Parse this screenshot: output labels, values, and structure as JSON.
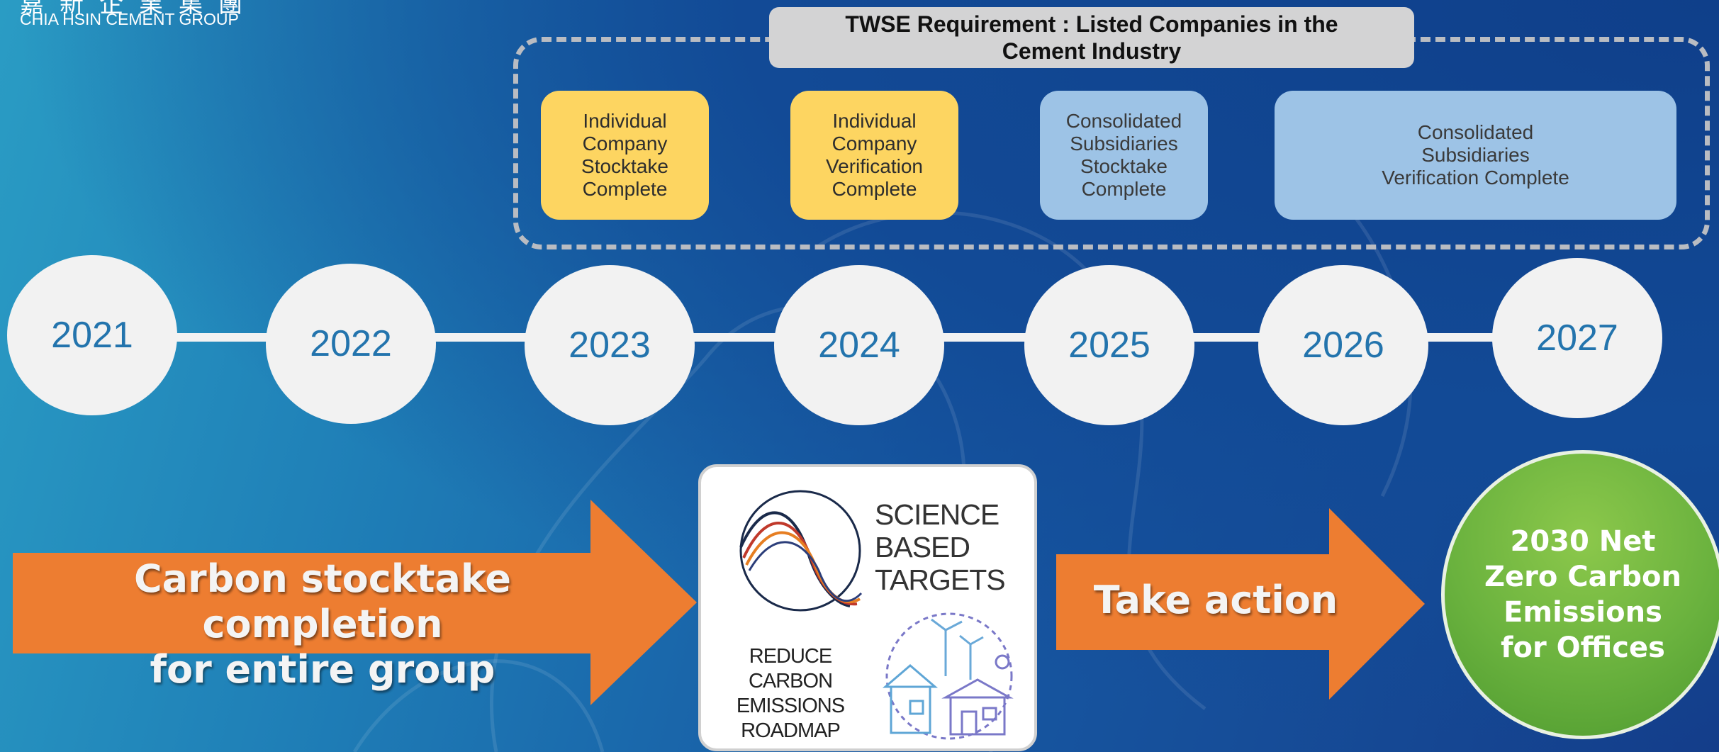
{
  "logo": {
    "chinese_name": "嘉新企業集團",
    "english_name": "CHIA HSIN CEMENT GROUP"
  },
  "requirement": {
    "title": "TWSE Requirement : Listed Companies in the\nCement Industry",
    "boxes": [
      {
        "label": "Individual\nCompany\nStocktake\nComplete",
        "color": "#fdd561"
      },
      {
        "label": "Individual\nCompany\nVerification\nComplete",
        "color": "#fdd561"
      },
      {
        "label": "Consolidated\nSubsidiaries\nStocktake\nComplete",
        "color": "#9dc3e6"
      },
      {
        "label": "Consolidated\nSubsidiaries\nVerification Complete",
        "color": "#9dc3e6"
      }
    ]
  },
  "timeline": {
    "years": [
      "2021",
      "2022",
      "2023",
      "2024",
      "2025",
      "2026",
      "2027"
    ]
  },
  "flow": {
    "step1": "Carbon stocktake completion\nfor entire group",
    "sbt_logo_text": "SCIENCE\nBASED\nTARGETS",
    "roadmap_text": "REDUCE CARBON\nEMISSIONS\nROADMAP",
    "step2": "Take action",
    "goal": "2030 Net\nZero Carbon\nEmissions\nfor Offices"
  },
  "colors": {
    "arrow": "#ed7d31",
    "yellow_box": "#fdd561",
    "blue_box": "#9dc3e6",
    "year_text": "#2374ad",
    "goal_green": "#6ab23e"
  }
}
